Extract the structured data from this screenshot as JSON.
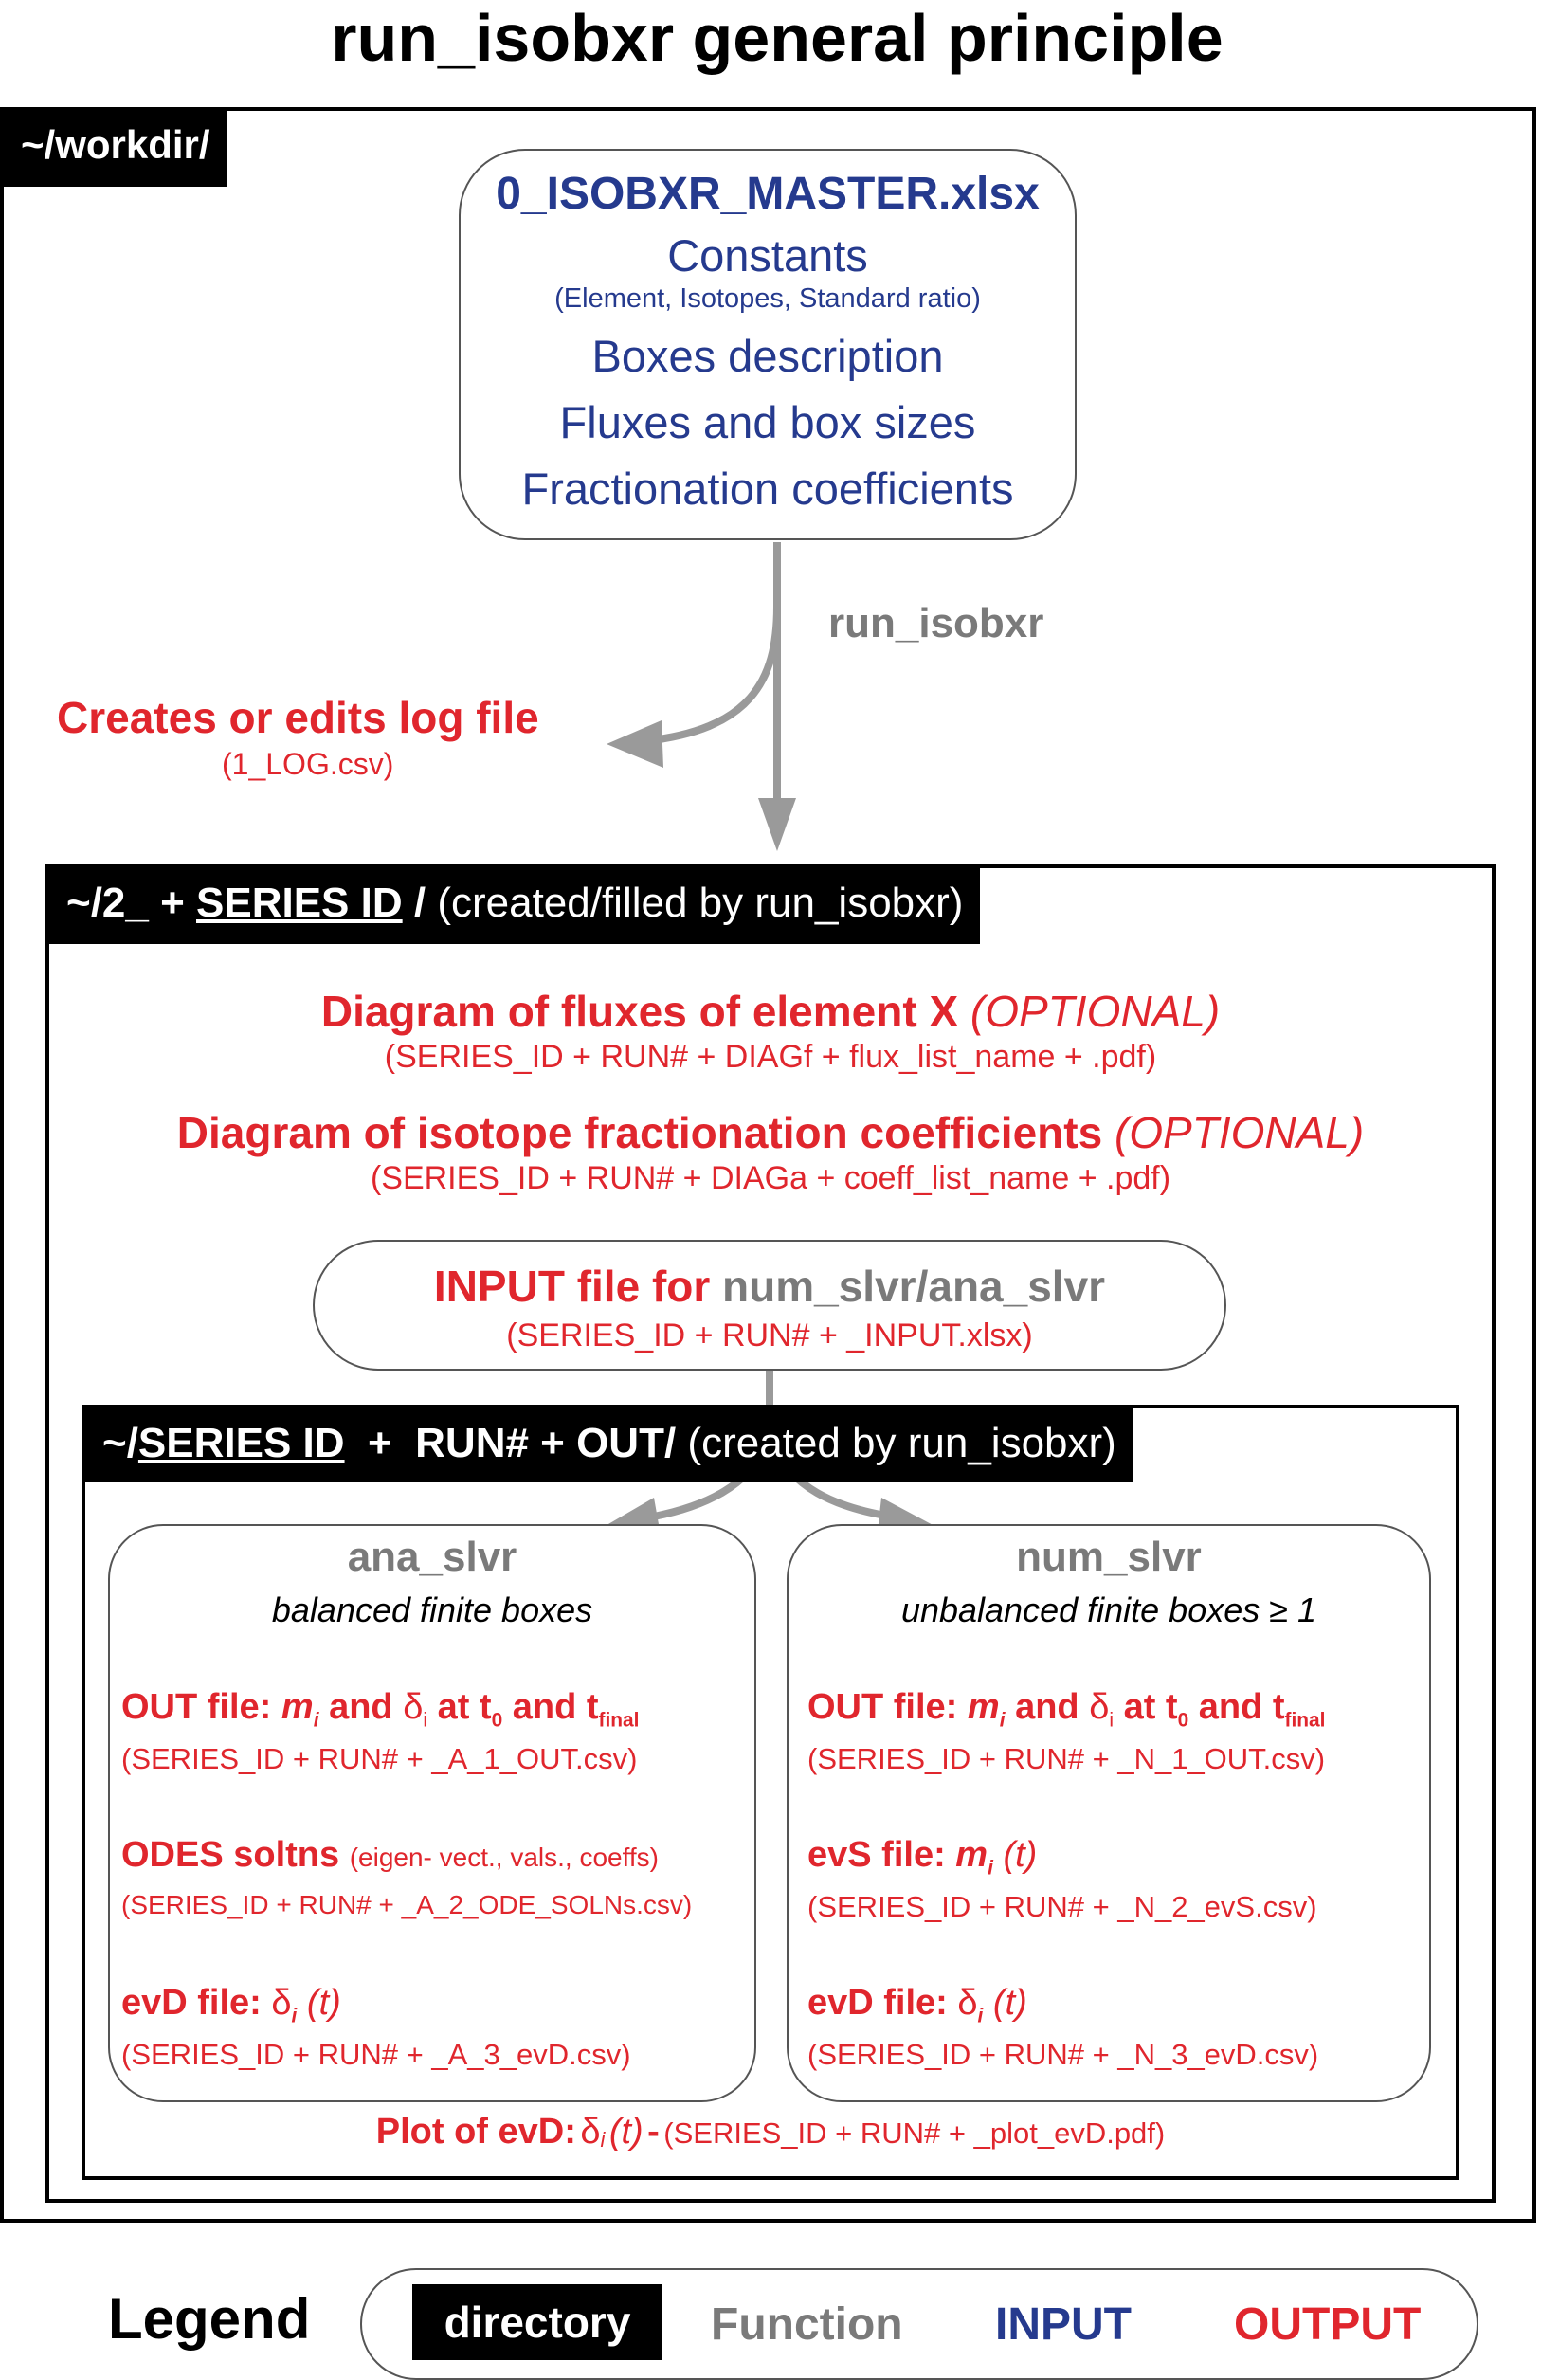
{
  "title": "run_isobxr general principle",
  "workdir": {
    "label": "~/workdir/"
  },
  "master": {
    "filename": "0_ISOBXR_MASTER.xlsx",
    "constants": "Constants",
    "constants_note": "(Element, Isotopes, Standard ratio)",
    "boxes": "Boxes description",
    "fluxes": "Fluxes and box sizes",
    "fractionation": "Fractionation coefficients"
  },
  "flow": {
    "function_label": "run_isobxr",
    "log_title": "Creates or edits log file",
    "log_file": "(1_LOG.csv)"
  },
  "series_dir": {
    "prefix": "~/2_ + ",
    "series_id": "SERIES ID",
    "slash": " /",
    "note": " (created/filled by run_isobxr)"
  },
  "diagrams": {
    "flux_title": "Diagram of fluxes of element X",
    "flux_optional": "(OPTIONAL)",
    "flux_file": "(SERIES_ID + RUN# + DIAGf + flux_list_name + .pdf)",
    "coeff_title": "Diagram of isotope fractionation coefficients",
    "coeff_optional": "(OPTIONAL)",
    "coeff_file": "(SERIES_ID + RUN# + DIAGa + coeff_list_name + .pdf)"
  },
  "input_file": {
    "label": "INPUT file for",
    "target": "num_slvr/ana_slvr",
    "file": "(SERIES_ID + RUN# + _INPUT.xlsx)"
  },
  "out_dir": {
    "prefix": "~/",
    "series_id": "SERIES ID",
    "mid": "  +  RUN# + OUT/",
    "note": " (created by run_isobxr)"
  },
  "ana": {
    "title": "ana_slvr",
    "subtitle": "balanced finite boxes",
    "out_h": "OUT file:",
    "out_and1": "and",
    "out_at": "at t",
    "out_and2": "and t",
    "out_file": "(SERIES_ID + RUN# + _A_1_OUT.csv)",
    "odes_h": "ODES soltns",
    "odes_note": "(eigen- vect., vals., coeffs)",
    "odes_file": "(SERIES_ID + RUN# + _A_2_ODE_SOLNs.csv)",
    "evd_h": "evD file:",
    "evd_file": "(SERIES_ID + RUN# + _A_3_evD.csv)"
  },
  "num": {
    "title": "num_slvr",
    "subtitle": "unbalanced finite boxes ≥ 1",
    "out_h": "OUT file:",
    "out_and1": "and",
    "out_at": "at t",
    "out_and2": "and t",
    "out_file": "(SERIES_ID + RUN# + _N_1_OUT.csv)",
    "evs_h": "evS file:",
    "evs_file": "(SERIES_ID + RUN# + _N_2_evS.csv)",
    "evd_h": "evD file:",
    "evd_file": "(SERIES_ID + RUN# + _N_3_evD.csv)"
  },
  "symbols": {
    "m": "m",
    "i": "i",
    "delta": "δ",
    "zero": "0",
    "final": "final",
    "t": "(t)"
  },
  "plot": {
    "label": "Plot of evD:",
    "dash": "-",
    "file": "(SERIES_ID + RUN# + _plot_evD.pdf)"
  },
  "legend": {
    "title": "Legend",
    "directory": "directory",
    "function": "Function",
    "input": "INPUT",
    "output": "OUTPUT"
  },
  "colors": {
    "output": "#e0262d",
    "input": "#253a8e",
    "function": "#7a7a7a",
    "directory": "#000000"
  }
}
